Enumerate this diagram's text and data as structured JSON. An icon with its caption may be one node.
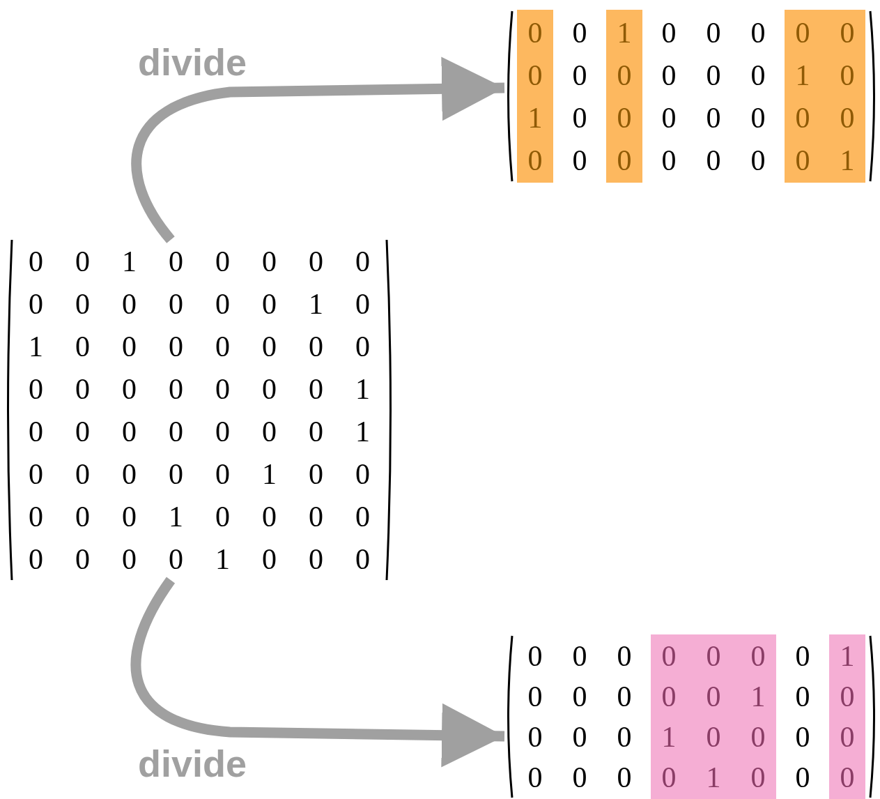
{
  "diagram": {
    "nodes": [
      {
        "text": [
          "0",
          "0",
          "1",
          "0",
          "0",
          "0",
          "0",
          "0",
          "0",
          "0",
          "0",
          "0",
          "0",
          "0",
          "1",
          "0",
          "1",
          "0",
          "0",
          "0",
          "0",
          "0",
          "0",
          "0",
          "0",
          "0",
          "0",
          "0",
          "0",
          "0",
          "0",
          "1",
          "0",
          "0",
          "0",
          "0",
          "0",
          "0",
          "0",
          "1",
          "0",
          "0",
          "0",
          "0",
          "0",
          "1",
          "0",
          "0",
          "0",
          "0",
          "0",
          "1",
          "0",
          "0",
          "0",
          "0",
          "0",
          "0",
          "0",
          "0",
          "1",
          "0",
          "0",
          "0"
        ]
      },
      {
        "text": [
          "0",
          "0",
          "1",
          "0",
          "0",
          "0",
          "0",
          "0",
          "0",
          "0",
          "0",
          "0",
          "0",
          "0",
          "1",
          "0",
          "1",
          "0",
          "0",
          "0",
          "0",
          "0",
          "0",
          "0",
          "0",
          "0",
          "0",
          "0",
          "0",
          "0",
          "0",
          "1"
        ]
      },
      {
        "text": [
          "0",
          "0",
          "0",
          "0",
          "0",
          "0",
          "0",
          "1",
          "0",
          "0",
          "0",
          "0",
          "0",
          "1",
          "0",
          "0",
          "0",
          "0",
          "0",
          "1",
          "0",
          "0",
          "0",
          "0",
          "0",
          "0",
          "0",
          "0",
          "1",
          "0",
          "0",
          "0"
        ]
      }
    ],
    "edges": [
      {
        "from": 0,
        "to": 1,
        "arrow": "to",
        "label": "divide"
      },
      {
        "from": 0,
        "to": 2,
        "arrow": "to",
        "label": "divide"
      }
    ]
  }
}
